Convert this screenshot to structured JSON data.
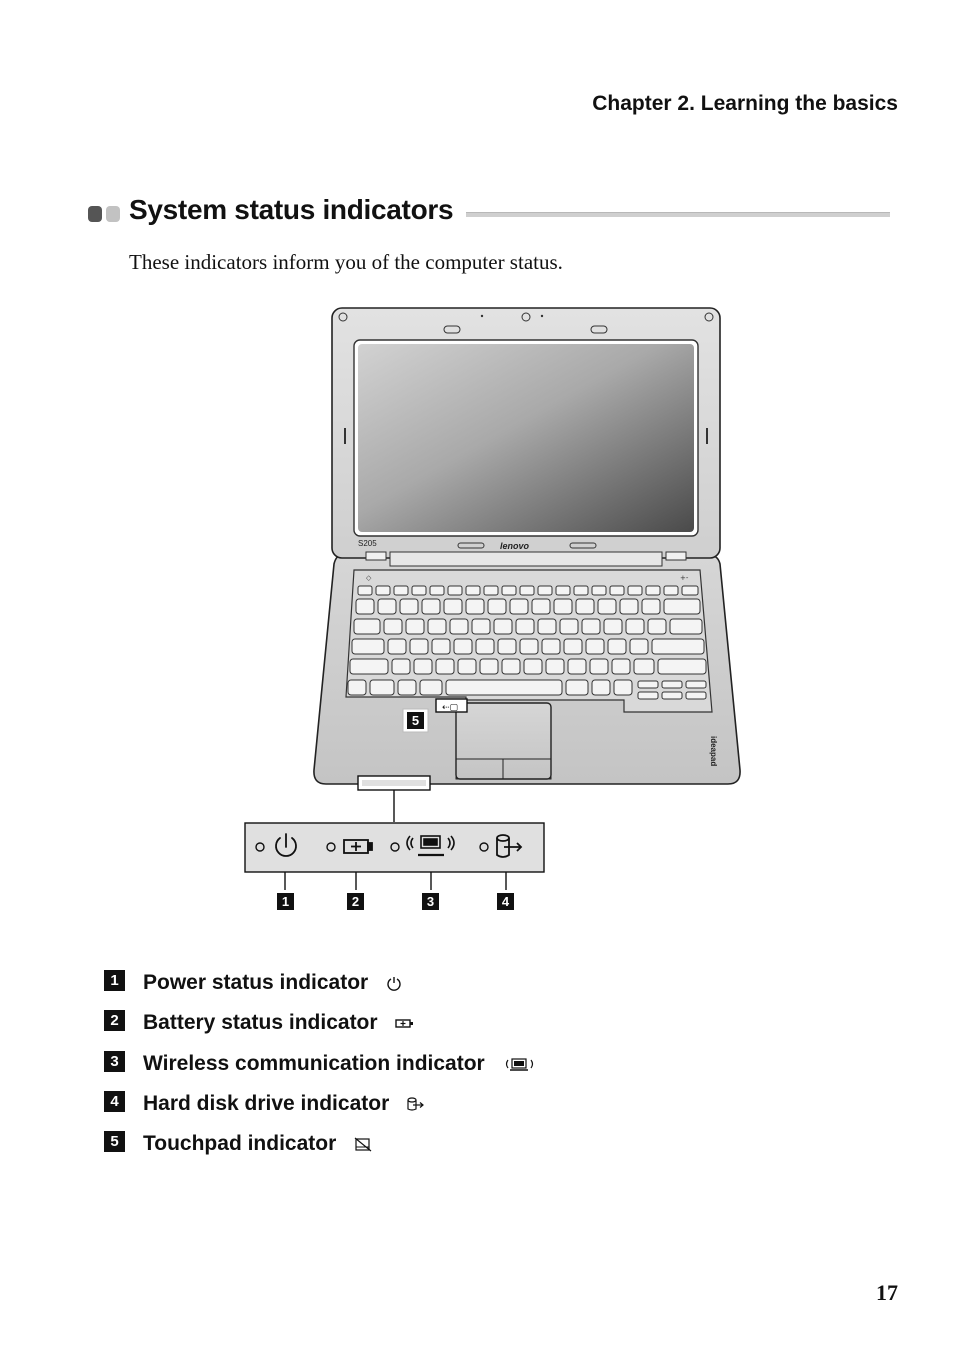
{
  "page": {
    "header": "Chapter 2. Learning the basics",
    "section_title": "System status indicators",
    "intro": "These indicators inform you of the computer status.",
    "page_number": "17",
    "colors": {
      "bullet_dark": "#555555",
      "bullet_light": "#c2c2c2",
      "rule": "#cfcfcf",
      "screen_dark": "#4a4a4a",
      "screen_light": "#c9c9c9"
    }
  },
  "figure": {
    "model_label": "S205",
    "brand_label": "lenovo",
    "palmrest_label": "ideapad",
    "callouts": [
      "1",
      "2",
      "3",
      "4",
      "5"
    ]
  },
  "indicators": [
    {
      "number": "1",
      "label": "Power status indicator",
      "icon": "power-icon"
    },
    {
      "number": "2",
      "label": "Battery status indicator",
      "icon": "battery-icon"
    },
    {
      "number": "3",
      "label": "Wireless communication indicator",
      "icon": "wireless-icon"
    },
    {
      "number": "4",
      "label": "Hard disk drive indicator",
      "icon": "hard-disk-icon"
    },
    {
      "number": "5",
      "label": "Touchpad indicator",
      "icon": "touchpad-icon"
    }
  ]
}
